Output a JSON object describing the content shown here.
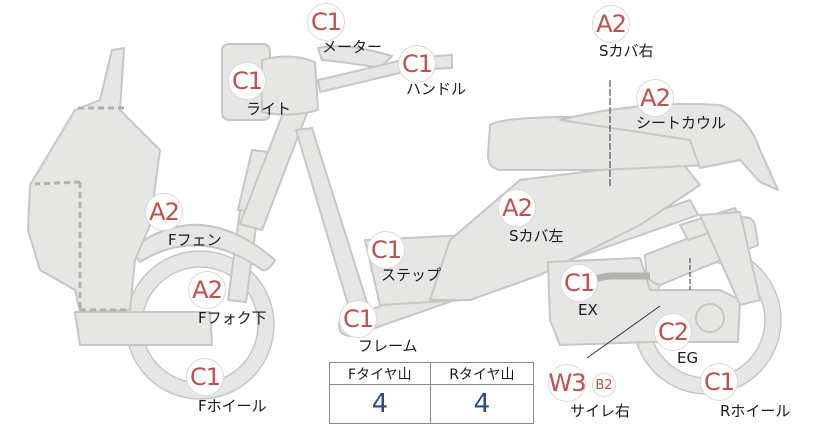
{
  "parts": [
    {
      "id": "meter",
      "name": "メーター",
      "grade": "C1"
    },
    {
      "id": "handle",
      "name": "ハンドル",
      "grade": "C1"
    },
    {
      "id": "light",
      "name": "ライト",
      "grade": "C1"
    },
    {
      "id": "s_cover_right",
      "name": "Sカバ右",
      "grade": "A2"
    },
    {
      "id": "seat_cowl",
      "name": "シートカウル",
      "grade": "A2"
    },
    {
      "id": "f_fender",
      "name": "Fフェン",
      "grade": "A2"
    },
    {
      "id": "s_cover_left",
      "name": "Sカバ左",
      "grade": "A2"
    },
    {
      "id": "step",
      "name": "ステップ",
      "grade": "C1"
    },
    {
      "id": "f_fork_lower",
      "name": "Fフォク下",
      "grade": "A2"
    },
    {
      "id": "ex",
      "name": "EX",
      "grade": "C1"
    },
    {
      "id": "frame",
      "name": "フレーム",
      "grade": "C1"
    },
    {
      "id": "eg",
      "name": "EG",
      "grade": "C2"
    },
    {
      "id": "f_wheel",
      "name": "Fホイール",
      "grade": "C1"
    },
    {
      "id": "r_wheel",
      "name": "Rホイール",
      "grade": "C1"
    },
    {
      "id": "muffler_right",
      "name": "サイレ右",
      "grade": "W3",
      "sub_grade": "B2"
    }
  ],
  "tires": {
    "front_label": "Fタイヤ山",
    "rear_label": "Rタイヤ山",
    "front_value": "4",
    "rear_value": "4"
  },
  "colors": {
    "grade_text": "#c0504d",
    "body_fill": "#e6e6e4",
    "body_stroke": "#c4c4c2",
    "tire_value": "#2e4a86"
  }
}
